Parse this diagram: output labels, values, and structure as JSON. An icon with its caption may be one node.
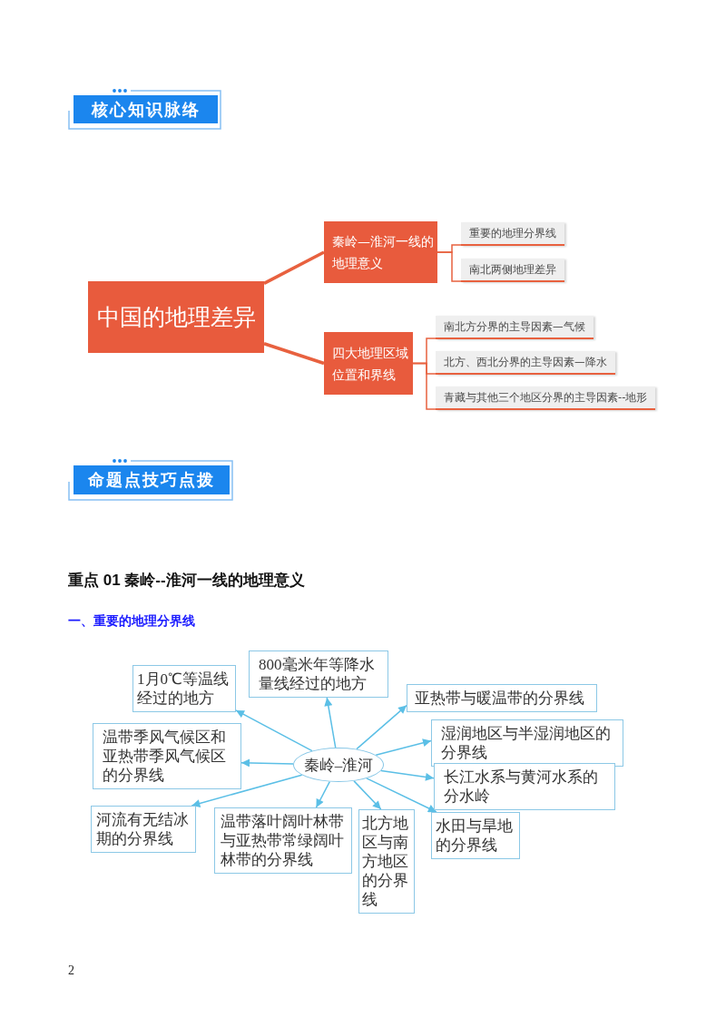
{
  "diagram": {
    "nodes": [
      {
        "text": [
          "核心知识脉络"
        ]
      },
      {
        "text": [
          "中国的地理差异"
        ]
      },
      {
        "text": [
          "秦岭—淮河一线的地理意义"
        ]
      },
      {
        "text": [
          "重要的地理分界线"
        ]
      },
      {
        "text": [
          "南北两侧地理差异"
        ]
      },
      {
        "text": [
          "四大地理区域位置和界线"
        ]
      },
      {
        "text": [
          "南北方分界的主导因素—气候"
        ]
      },
      {
        "text": [
          "北方、西北分界的主导因素—降水"
        ]
      },
      {
        "text": [
          "青藏与其他三个地区分界的主导因素--地形"
        ]
      },
      {
        "text": [
          "命题点技巧点拨"
        ]
      },
      {
        "text": [
          "秦岭–淮河"
        ]
      },
      {
        "text": [
          "1月0℃等温线经过的地方"
        ]
      },
      {
        "text": [
          "800毫米年等降水量线经过的地方"
        ]
      },
      {
        "text": [
          "亚热带与暖温带的分界线"
        ]
      },
      {
        "text": [
          "温带季风气候区和亚热带季风气候区的分界线"
        ]
      },
      {
        "text": [
          "湿润地区与半湿润地区的分界线"
        ]
      },
      {
        "text": [
          "长江水系与黄河水系的分水岭"
        ]
      },
      {
        "text": [
          "河流有无结冰期的分界线"
        ]
      },
      {
        "text": [
          "温带落叶阔叶林带与亚热带常绿阔叶林带的分界线"
        ]
      },
      {
        "text": [
          "北方地区与南方地区的分界线"
        ]
      },
      {
        "text": [
          "水田与旱地的分界线"
        ]
      }
    ],
    "edges": [
      {
        "from": 1,
        "to": 2,
        "arrow": "none",
        "style": "thick",
        "color": "#e8613f"
      },
      {
        "from": 1,
        "to": 5,
        "arrow": "none",
        "style": "thick",
        "color": "#e8613f"
      },
      {
        "from": 2,
        "to": 3,
        "arrow": "none",
        "color": "#e8613f"
      },
      {
        "from": 2,
        "to": 4,
        "arrow": "none",
        "color": "#e8613f"
      },
      {
        "from": 5,
        "to": 6,
        "arrow": "none",
        "color": "#e8613f"
      },
      {
        "from": 5,
        "to": 7,
        "arrow": "none",
        "color": "#e8613f"
      },
      {
        "from": 5,
        "to": 8,
        "arrow": "none",
        "color": "#e8613f"
      },
      {
        "from": 10,
        "to": 11,
        "arrow": "to"
      },
      {
        "from": 10,
        "to": 12,
        "arrow": "to"
      },
      {
        "from": 10,
        "to": 13,
        "arrow": "to"
      },
      {
        "from": 10,
        "to": 14,
        "arrow": "to"
      },
      {
        "from": 10,
        "to": 15,
        "arrow": "to"
      },
      {
        "from": 10,
        "to": 16,
        "arrow": "to"
      },
      {
        "from": 10,
        "to": 17,
        "arrow": "to"
      },
      {
        "from": 10,
        "to": 18,
        "arrow": "to"
      },
      {
        "from": 10,
        "to": 19,
        "arrow": "to"
      },
      {
        "from": 10,
        "to": 20,
        "arrow": "to"
      }
    ],
    "labels": [
      "重点 01 秦岭--淮河一线的地理意义",
      "一、重要的地理分界线",
      "2"
    ]
  }
}
